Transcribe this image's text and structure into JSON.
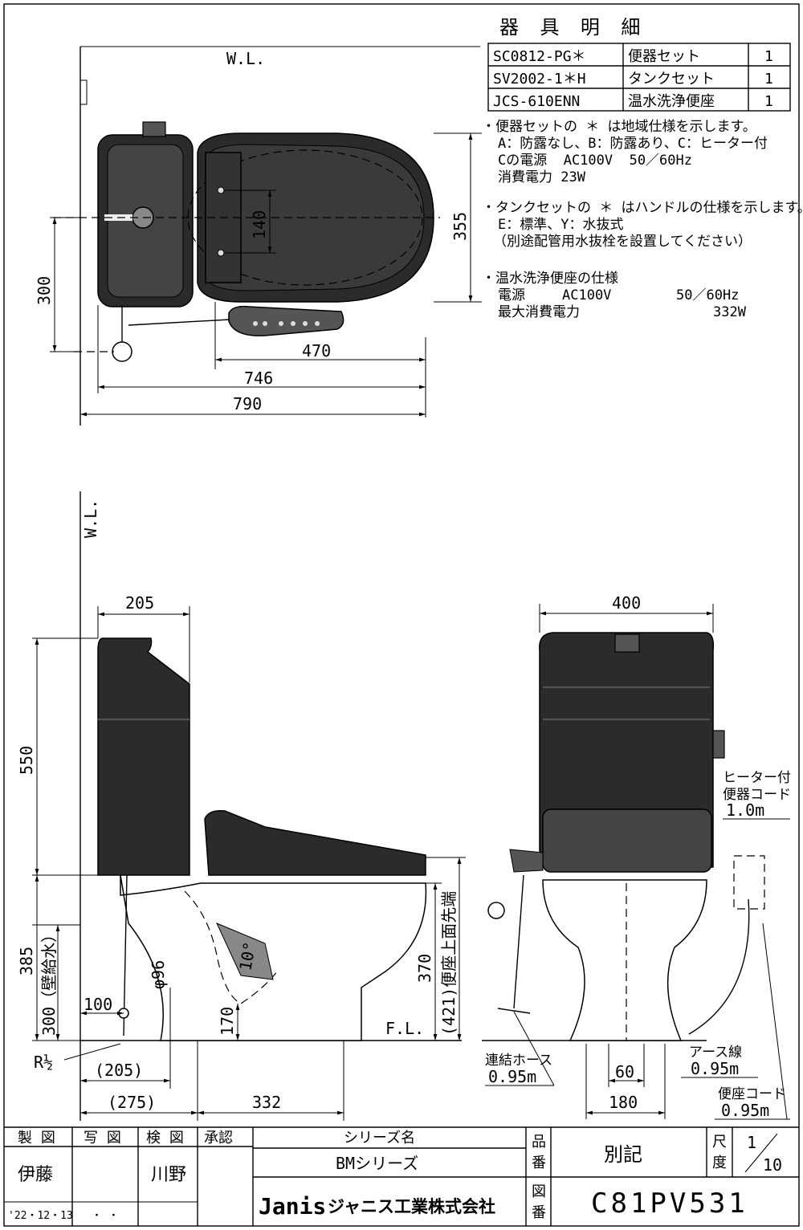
{
  "parts_table": {
    "title": "器 具 明 細",
    "rows": [
      {
        "code": "SC0812-PG＊",
        "name": "便器セット",
        "qty": "1"
      },
      {
        "code": "SV2002-1＊H",
        "name": "タンクセット",
        "qty": "1"
      },
      {
        "code": "JCS-610ENN",
        "name": "温水洗浄便座",
        "qty": "1"
      }
    ]
  },
  "notes": {
    "n1": "・便器セットの ＊ は地域仕様を示します。",
    "n2": "A：防露なし、B：防露あり、C：ヒーター付",
    "n3": "Cの電源  AC100V  50／60Hz",
    "n4": "消費電力  23W",
    "n5": "・タンクセットの ＊ はハンドルの仕様を示します。",
    "n6": "E：標準、Y：水抜式",
    "n7": "（別途配管用水抜栓を設置してください）",
    "n8": "・温水洗浄便座の仕様",
    "n9a": "電源",
    "n9b": "AC100V",
    "n9c": "50／60Hz",
    "n10a": "最大消費電力",
    "n10b": "332W"
  },
  "plan_view": {
    "wl": "W.L.",
    "d140": "140",
    "d355": "355",
    "d300": "300",
    "d470": "470",
    "d746": "746",
    "d790": "790"
  },
  "side_view": {
    "wl": "W.L.",
    "fl": "F.L.",
    "d205": "205",
    "d550": "550",
    "d385": "385",
    "d300": "300（壁給水）",
    "d100": "100",
    "r12": "R½",
    "d205b": "(205)",
    "d275": "(275)",
    "d332": "332",
    "phi96": "φ96",
    "deg10": "10°",
    "d170": "170",
    "d370": "370",
    "d421": "(421)便座上面先端"
  },
  "front_view": {
    "d400": "400",
    "heater_cord_1": "ヒーター付",
    "heater_cord_2": "便器コード",
    "heater_cord_3": "1.0m",
    "hose_1": "連結ホース",
    "hose_2": "0.95m",
    "earth_1": "アース線",
    "earth_2": "0.95m",
    "seat_cord_1": "便座コード",
    "seat_cord_2": "0.95m",
    "d60": "60",
    "d180": "180"
  },
  "title_block": {
    "h_drawn": "製 図",
    "h_traced": "写 図",
    "h_checked": "検 図",
    "h_approved": "承認",
    "drawn_by": "伊藤",
    "checked_by": "川野",
    "date": "'22・12・13",
    "date2": "・ ・",
    "series_label": "シリーズ名",
    "series_name": "BMシリーズ",
    "logo": "Janis",
    "company": "ジャニス工業株式会社",
    "part_no_label_1": "品",
    "part_no_label_2": "番",
    "part_no": "別記",
    "fig_no_label_1": "図",
    "fig_no_label_2": "番",
    "fig_no": "C81PV531",
    "scale_label_1": "尺",
    "scale_label_2": "度",
    "scale_num": "1",
    "scale_den": "10"
  }
}
